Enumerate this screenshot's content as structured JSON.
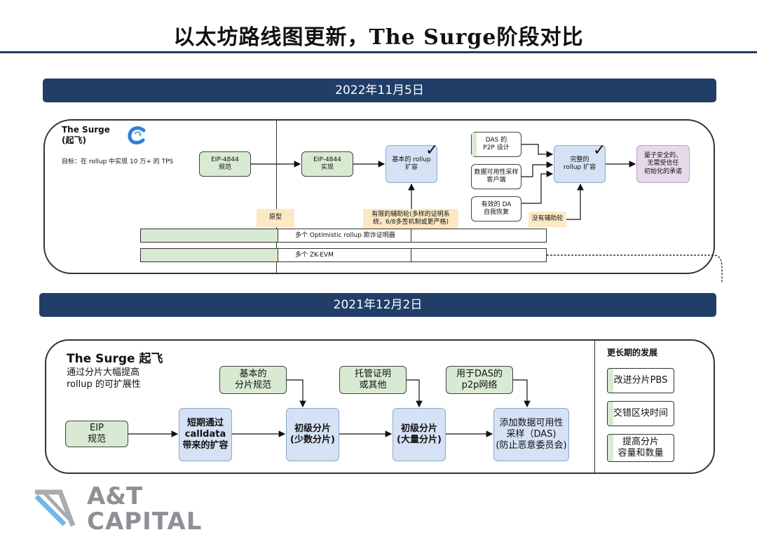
{
  "title": "以太坊路线图更新，The Surge阶段对比",
  "top_section": {
    "date": "2022年11月5日",
    "heading_line1": "The Surge",
    "heading_line2": "(起飞)",
    "goal": "目标：在 rollup 中实现 10 万+ 的 TPS",
    "eip_spec": [
      "EIP-4844",
      "规范"
    ],
    "eip_impl": [
      "EIP-4844",
      "实现"
    ],
    "basic_rollup": [
      "基本的 rollup",
      "扩容"
    ],
    "das_p2p": [
      "DAS 的",
      "P2P 设计"
    ],
    "das_client": [
      "数据可用性采样",
      "客户端"
    ],
    "da_recovery": [
      "有效的 DA",
      "自我恢复"
    ],
    "full_rollup": [
      "完整的",
      "rollup 扩容"
    ],
    "quantum": [
      "量子安全的、",
      "无需受信任",
      "初始化的承诺"
    ],
    "prototype": "原型",
    "limited_aux": [
      "有限的辅助轮(多样的证明系",
      "统，6/8多签机制或更严格)"
    ],
    "no_aux": "没有辅助轮",
    "optimistic_bar": "多个 Optimistic rollup 欺诈证明器",
    "zkevm_bar": "多个 ZK-EVM",
    "check": "✓"
  },
  "bottom_section": {
    "date": "2021年12月2日",
    "heading": "The Surge 起飞",
    "subtitle": [
      "通过分片大幅提高",
      "rollup 的可扩展性"
    ],
    "basic_shard_spec": [
      "基本的",
      "分片规范"
    ],
    "custody_proof": [
      "托管证明",
      "或其他"
    ],
    "das_p2p": [
      "用于DAS的",
      "p2p网络"
    ],
    "eip_spec": [
      "EIP",
      "规范"
    ],
    "short_term": [
      "短期通过",
      "calldata",
      "带来的扩容"
    ],
    "few_shards": [
      "初级分片",
      "(少数分片)"
    ],
    "many_shards": [
      "初级分片",
      "(大量分片)"
    ],
    "add_das": [
      "添加数据可用性",
      "采样（DAS)",
      "(防止恶意委员会)"
    ],
    "longer_term_title": "更长期的发展",
    "longer_term_items": [
      [
        "改进分片PBS"
      ],
      [
        "交错区块时间"
      ],
      [
        "提高分片",
        "容量和数量"
      ]
    ]
  },
  "logo": {
    "line1": "A&T",
    "line2": "CAPITAL"
  }
}
